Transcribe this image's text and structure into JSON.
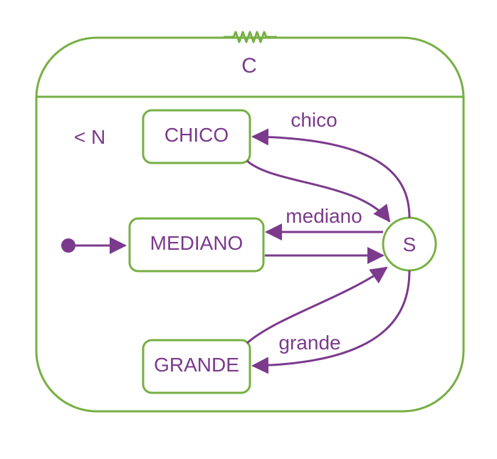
{
  "diagram": {
    "composite": {
      "name": "C",
      "guard": "< N"
    },
    "states": [
      {
        "id": "chico",
        "label": "CHICO"
      },
      {
        "id": "mediano",
        "label": "MEDIANO"
      },
      {
        "id": "grande",
        "label": "GRANDE"
      }
    ],
    "selector": {
      "label": "S"
    },
    "transitions": [
      {
        "from": "S",
        "to": "CHICO",
        "label": "chico"
      },
      {
        "from": "S",
        "to": "MEDIANO",
        "label": "mediano"
      },
      {
        "from": "S",
        "to": "GRANDE",
        "label": "grande"
      },
      {
        "from": "CHICO",
        "to": "S",
        "label": ""
      },
      {
        "from": "MEDIANO",
        "to": "S",
        "label": ""
      },
      {
        "from": "GRANDE",
        "to": "S",
        "label": ""
      }
    ],
    "colors": {
      "state_border": "#76b043",
      "text_and_arrows": "#7b3a8c"
    }
  }
}
